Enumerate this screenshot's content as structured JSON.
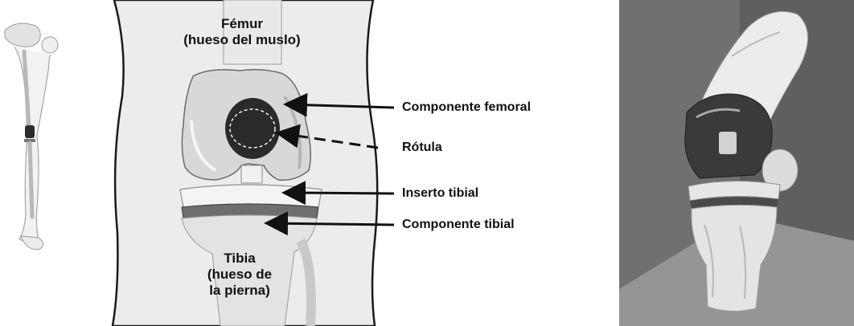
{
  "bone_labels": {
    "femur": {
      "line1": "Fémur",
      "line2": "(hueso del muslo)"
    },
    "tibia": {
      "line1": "Tibia",
      "line2": "(hueso de",
      "line3": "la pierna)"
    }
  },
  "callouts": [
    {
      "text": "Componente femoral"
    },
    {
      "text": "Rótula"
    },
    {
      "text": "Inserto tibial"
    },
    {
      "text": "Componente tibial"
    }
  ],
  "colors": {
    "bone_light": "#eeeeee",
    "bone_mid": "#cfcfcf",
    "metal_dark": "#3a3a3a",
    "skin": "#e6e6e6",
    "room_wall": "#7a7a7a",
    "room_floor": "#9a9a9a"
  }
}
